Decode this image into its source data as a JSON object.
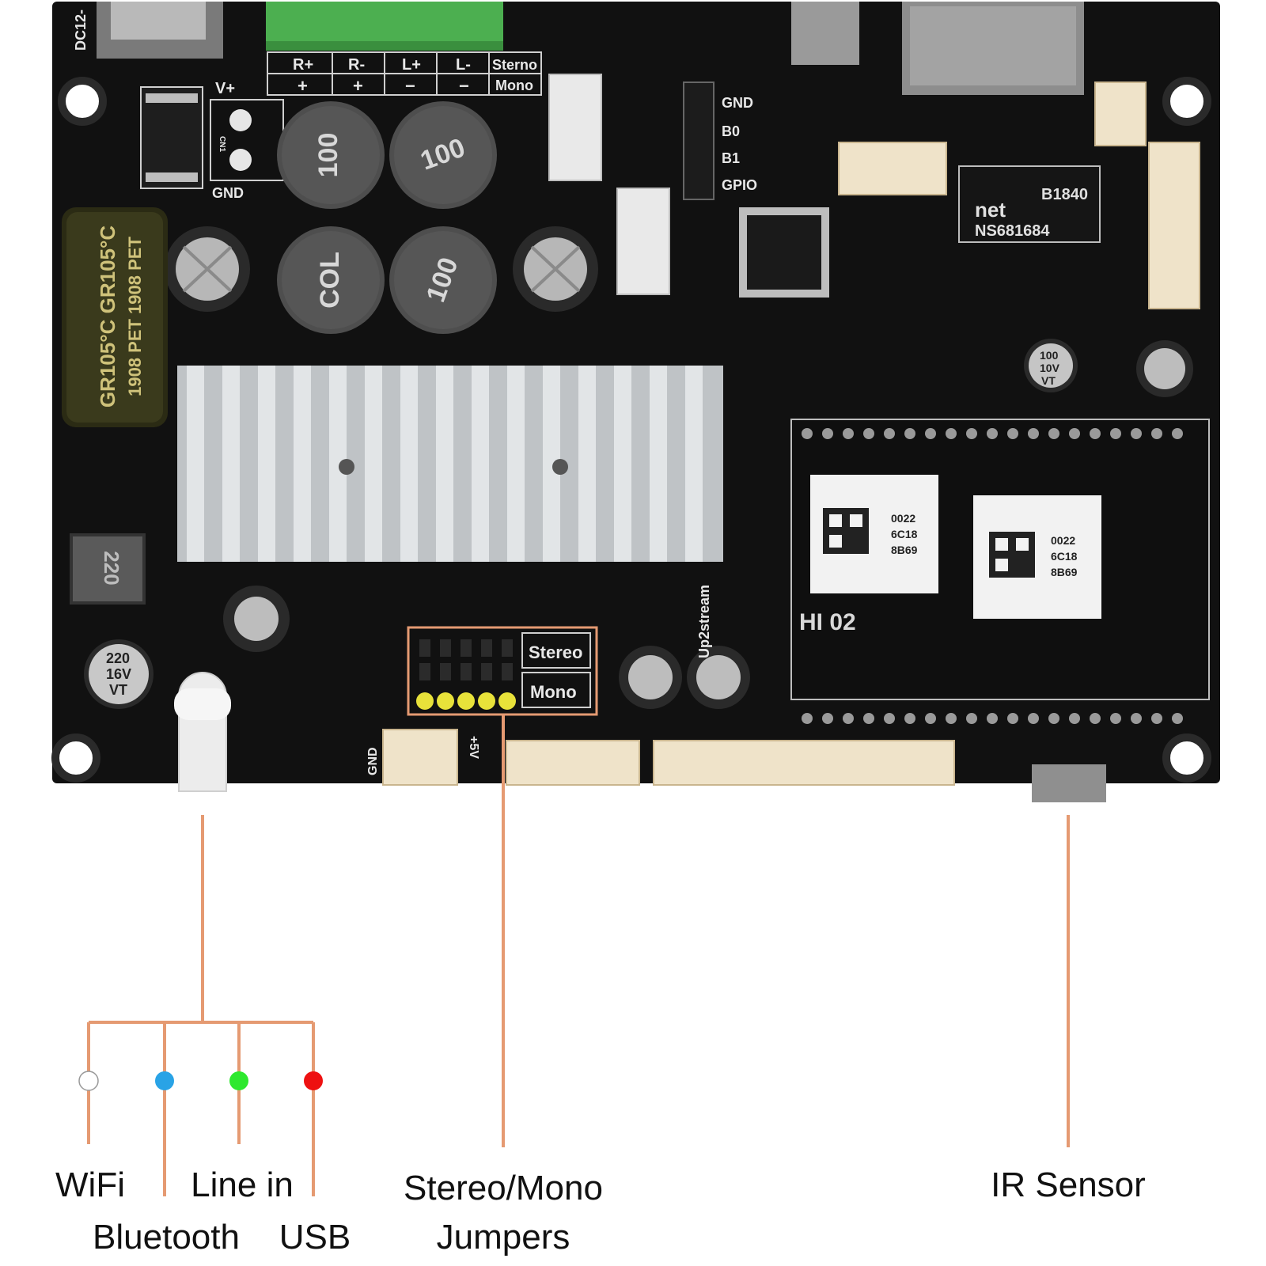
{
  "colors": {
    "board": "#111111",
    "board_edge": "#1c1c1c",
    "callout": "#e59a72",
    "led_white": "#ffffff",
    "led_blue": "#29a3e6",
    "led_green": "#2ee82e",
    "led_red": "#ee1111",
    "terminal_green": "#4caf50",
    "silk": "#e8e8e8"
  },
  "board": {
    "dc_label": "DC12-",
    "terminal": {
      "top": [
        "R+",
        "R-",
        "L+",
        "L-"
      ],
      "mode_stereo": "Sterno",
      "mode_mono": "Mono",
      "signs": [
        "+",
        "+",
        "−",
        "−"
      ]
    },
    "power_labels": {
      "vplus": "V+",
      "gnd": "GND",
      "cn": "CN1"
    },
    "inductors": [
      "100",
      "100",
      "COL",
      "100"
    ],
    "big_cap": [
      "GR105°C  GR105°C",
      "1908 PET  1908 PET"
    ],
    "header_pins": [
      "GND",
      "B0",
      "B1",
      "GPIO"
    ],
    "ethernet_chip": [
      "B1840",
      "net",
      "NS681684"
    ],
    "small_cap_right": [
      "100",
      "10V",
      "VT"
    ],
    "cap_left": [
      "220",
      "16V",
      "VT"
    ],
    "inductor_left": "220",
    "wifi_module": {
      "qr_text": [
        "0022",
        "6C18",
        "8B69"
      ],
      "model": "HI 02"
    },
    "jumper_labels": [
      "Stereo",
      "Mono"
    ],
    "connector_labels": {
      "gnd": "GND",
      "vplus": "+5V"
    },
    "brand": "Up2stream"
  },
  "callouts": {
    "leds": [
      {
        "label": "WiFi",
        "color_key": "led_white"
      },
      {
        "label": "Bluetooth",
        "color_key": "led_blue"
      },
      {
        "label": "Line in",
        "color_key": "led_green"
      },
      {
        "label": "USB",
        "color_key": "led_red"
      }
    ],
    "jumpers": [
      "Stereo/Mono",
      "Jumpers"
    ],
    "ir": "IR Sensor"
  }
}
